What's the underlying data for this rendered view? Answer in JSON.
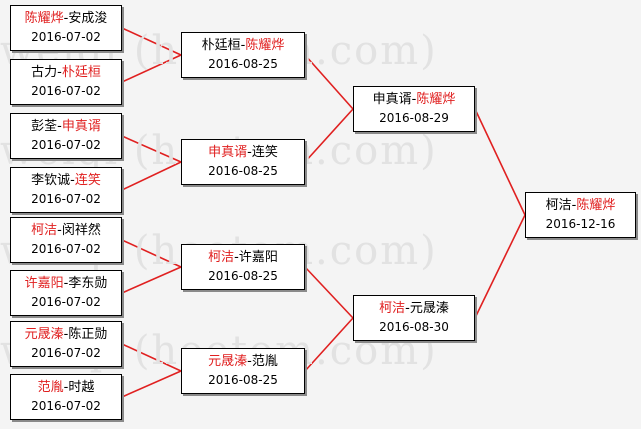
{
  "watermark_text": "weiqi (hoetom.com)",
  "colors": {
    "winner": "#e02020",
    "line": "#e02020"
  },
  "rounds": {
    "round1": [
      {
        "p1": "陈耀烨",
        "p2": "安成浚",
        "winner": 1,
        "date": "2016-07-02"
      },
      {
        "p1": "古力",
        "p2": "朴廷桓",
        "winner": 2,
        "date": "2016-07-02"
      },
      {
        "p1": "彭荃",
        "p2": "申真谞",
        "winner": 2,
        "date": "2016-07-02"
      },
      {
        "p1": "李钦诚",
        "p2": "连笑",
        "winner": 2,
        "date": "2016-07-02"
      },
      {
        "p1": "柯洁",
        "p2": "闵祥然",
        "winner": 1,
        "date": "2016-07-02"
      },
      {
        "p1": "许嘉阳",
        "p2": "李东勋",
        "winner": 1,
        "date": "2016-07-02"
      },
      {
        "p1": "元晟溱",
        "p2": "陈正勋",
        "winner": 1,
        "date": "2016-07-02"
      },
      {
        "p1": "范胤",
        "p2": "时越",
        "winner": 1,
        "date": "2016-07-02"
      }
    ],
    "round2": [
      {
        "p1": "朴廷桓",
        "p2": "陈耀烨",
        "winner": 2,
        "date": "2016-08-25"
      },
      {
        "p1": "申真谞",
        "p2": "连笑",
        "winner": 1,
        "date": "2016-08-25"
      },
      {
        "p1": "柯洁",
        "p2": "许嘉阳",
        "winner": 1,
        "date": "2016-08-25"
      },
      {
        "p1": "元晟溱",
        "p2": "范胤",
        "winner": 1,
        "date": "2016-08-25"
      }
    ],
    "round3": [
      {
        "p1": "申真谞",
        "p2": "陈耀烨",
        "winner": 2,
        "date": "2016-08-29"
      },
      {
        "p1": "柯洁",
        "p2": "元晟溱",
        "winner": 1,
        "date": "2016-08-30"
      }
    ],
    "final": [
      {
        "p1": "柯洁",
        "p2": "陈耀烨",
        "winner": 2,
        "date": "2016-12-16"
      }
    ]
  }
}
